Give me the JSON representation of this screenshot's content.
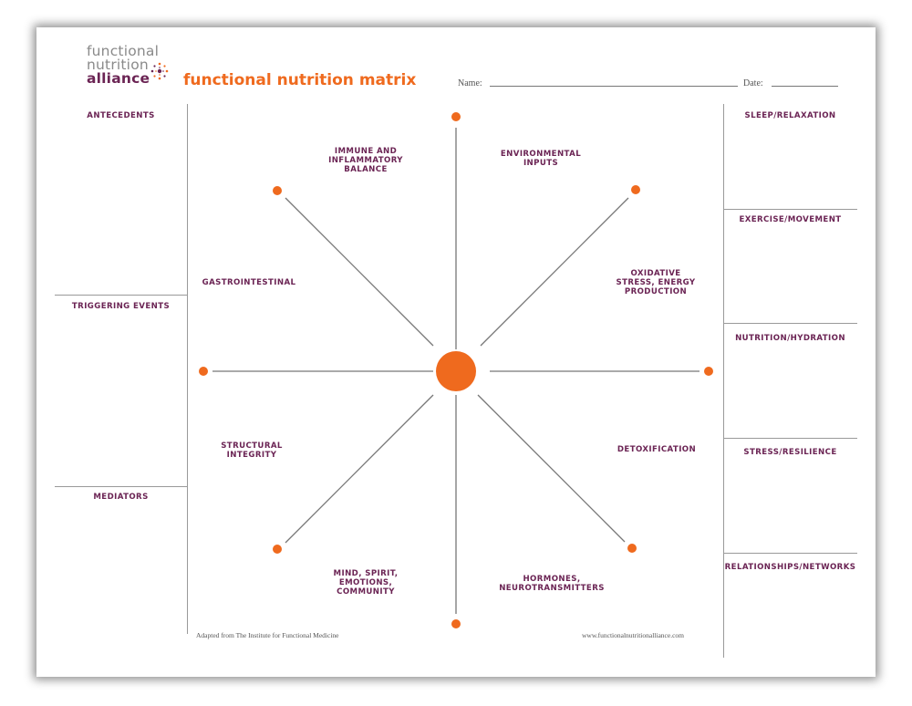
{
  "logo": {
    "line1": "functional",
    "line2": "nutrition",
    "line3": "alliance"
  },
  "title": "functional nutrition matrix",
  "form": {
    "name_label": "Name:",
    "date_label": "Date:"
  },
  "left_column": {
    "antecedents": "ANTECEDENTS",
    "triggering_events": "TRIGGERING EVENTS",
    "mediators": "MEDIATORS"
  },
  "right_column": {
    "sleep": "SLEEP/RELAXATION",
    "exercise": "EXERCISE/MOVEMENT",
    "nutrition": "NUTRITION/HYDRATION",
    "stress": "STRESS/RESILIENCE",
    "relationships": "RELATIONSHIPS/NETWORKS"
  },
  "matrix": {
    "immune": "IMMUNE AND\nINFLAMMATORY\nBALANCE",
    "environmental": "ENVIRONMENTAL\nINPUTS",
    "gastrointestinal": "GASTROINTESTINAL",
    "oxidative": "OXIDATIVE\nSTRESS, ENERGY\nPRODUCTION",
    "structural": "STRUCTURAL\nINTEGRITY",
    "detoxification": "DETOXIFICATION",
    "mind": "MIND, SPIRIT,\nEMOTIONS,\nCOMMUNITY",
    "hormones": "HORMONES,\nNEUROTRANSMITTERS"
  },
  "footer": {
    "left": "Adapted from The Institute for Functional Medicine",
    "right": "www.functionalnutritionalliance.com"
  },
  "colors": {
    "accent_orange": "#ef6a1e",
    "label_purple": "#6b2454",
    "rule_gray": "#9a9a9a"
  }
}
